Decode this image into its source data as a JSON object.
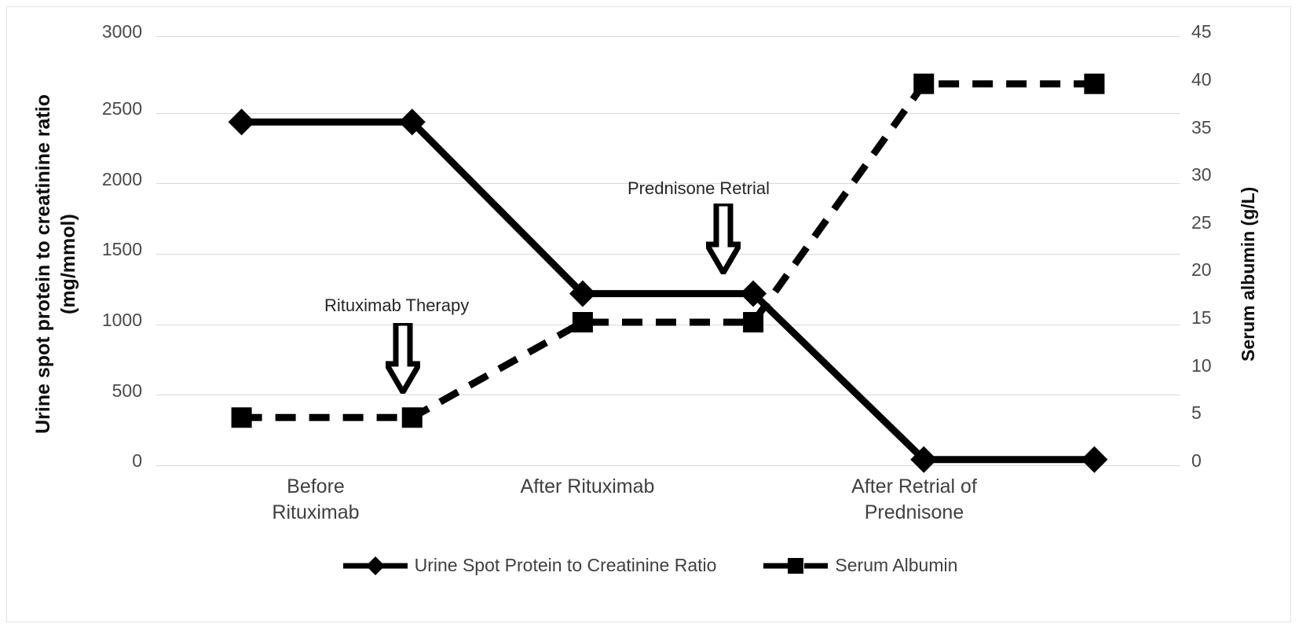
{
  "chart_data": {
    "type": "line",
    "title": "",
    "categories": [
      "Before Rituximab",
      "After Rituximab",
      "After Retrial of Prednisone"
    ],
    "x": [
      1,
      2,
      3,
      4,
      5,
      6
    ],
    "series": [
      {
        "name": "Urine Spot Protein to Creatinine Ratio",
        "axis": "left",
        "marker": "diamond",
        "linestyle": "solid",
        "color": "#000000",
        "values": [
          2400,
          2400,
          1200,
          1200,
          40,
          40
        ]
      },
      {
        "name": "Serum Albumin",
        "axis": "right",
        "marker": "square",
        "linestyle": "dashed",
        "color": "#000000",
        "values": [
          5,
          5,
          15,
          15,
          40,
          40
        ]
      }
    ],
    "xlabel": "",
    "ylabel": "Urine spot protein to creatinine ratio\n(mg/mmol)",
    "y2label": "Serum albumin (g/L)",
    "ylim": [
      0,
      3000
    ],
    "y2lim": [
      0,
      45
    ],
    "yticks": [
      0,
      500,
      1000,
      1500,
      2000,
      2500,
      3000
    ],
    "y2ticks": [
      0,
      5,
      10,
      15,
      20,
      25,
      30,
      35,
      40,
      45
    ],
    "grid": true,
    "legend_position": "bottom",
    "annotations": [
      {
        "text": "Rituximab Therapy",
        "icon": "down-arrow-icon",
        "points_to_x": 2
      },
      {
        "text": "Prednisone Retrial",
        "icon": "down-arrow-icon",
        "points_to_x": 4
      }
    ]
  },
  "axes": {
    "left": {
      "title": "Urine spot protein to creatinine ratio\n(mg/mmol)",
      "ticks": [
        "3000",
        "2500",
        "2000",
        "1500",
        "1000",
        "500",
        "0"
      ]
    },
    "right": {
      "title": "Serum albumin (g/L)",
      "ticks": [
        "45",
        "40",
        "35",
        "30",
        "25",
        "20",
        "15",
        "10",
        "5",
        "0"
      ]
    }
  },
  "categories": [
    {
      "label": "Before\nRituximab"
    },
    {
      "label": "After Rituximab"
    },
    {
      "label": "After Retrial of\nPrednisone"
    }
  ],
  "annotations": [
    {
      "label": "Rituximab Therapy"
    },
    {
      "label": "Prednisone Retrial"
    }
  ],
  "legend": {
    "items": [
      {
        "label": "Urine Spot Protein to Creatinine Ratio"
      },
      {
        "label": "Serum Albumin"
      }
    ]
  },
  "colors": {
    "series": "#000000",
    "gridline": "#d9d9d9",
    "tick_text": "#4a4a4a",
    "axis_title": "#0d0d0d",
    "border": "#e3e3e3"
  }
}
